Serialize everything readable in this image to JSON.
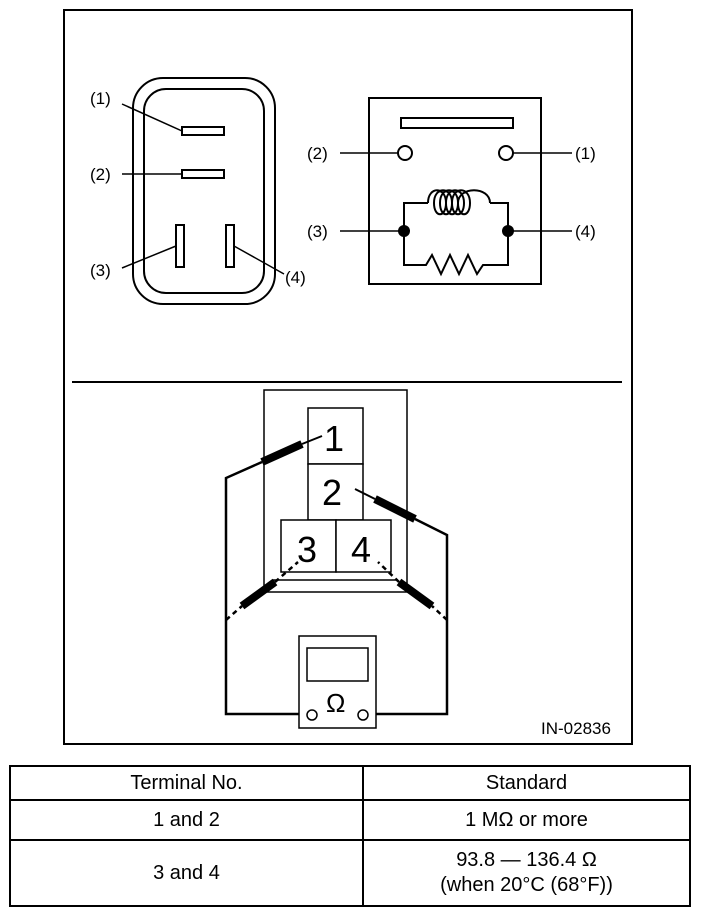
{
  "connector_view": {
    "labels": [
      "(1)",
      "(2)",
      "(3)",
      "(4)"
    ]
  },
  "circuit_view": {
    "labels": [
      "(2)",
      "(1)",
      "(3)",
      "(4)"
    ]
  },
  "measurement_view": {
    "terminals": [
      "1",
      "2",
      "3",
      "4"
    ],
    "meter_symbol": "Ω"
  },
  "figure_code": "IN-02836",
  "table": {
    "headers": [
      "Terminal No.",
      "Standard"
    ],
    "rows": [
      {
        "terminal": "1 and 2",
        "standard": [
          "1 MΩ or more"
        ]
      },
      {
        "terminal": "3 and 4",
        "standard": [
          "93.8 — 136.4 Ω",
          "(when 20°C (68°F))"
        ]
      }
    ]
  }
}
